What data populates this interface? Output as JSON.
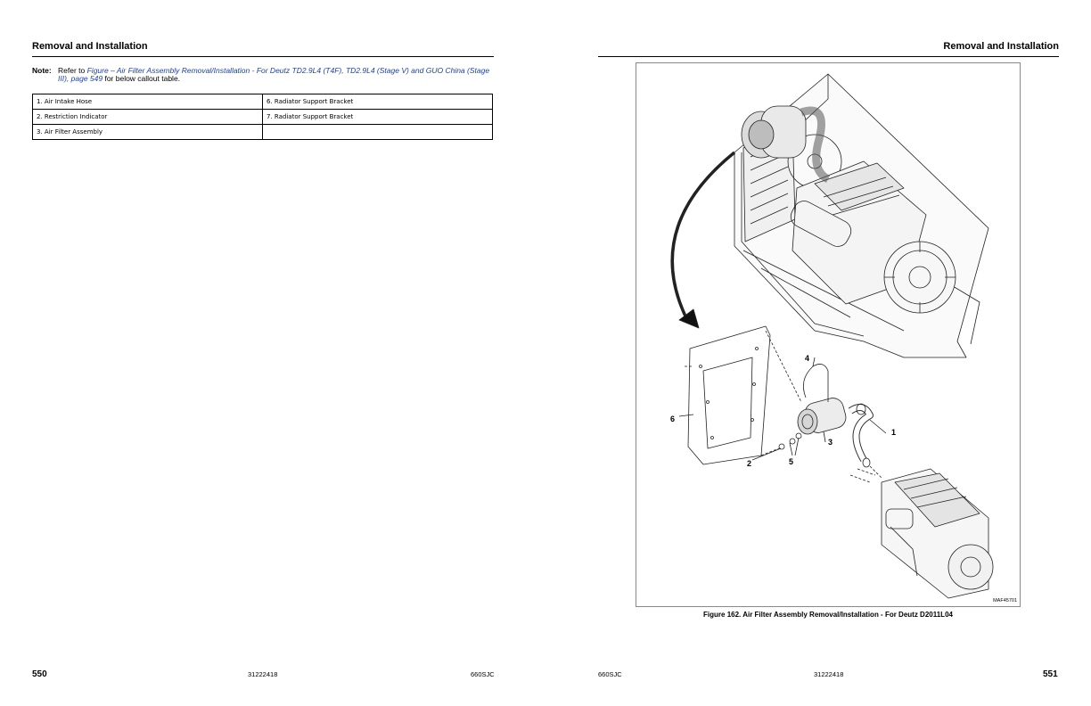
{
  "left_page": {
    "section_title": "Removal and Installation",
    "note": {
      "label": "Note:",
      "prefix": "Refer to ",
      "link": "Figure – Air Filter Assembly Removal/Installation - For Deutz TD2.9L4 (T4F), TD2.9L4 (Stage V) and GUO China (Stage III), page 549",
      "suffix": " for below callout table."
    },
    "callout_table": [
      [
        "1. Air Intake Hose",
        "6. Radiator Support Bracket"
      ],
      [
        "2. Restriction Indicator",
        "7. Radiator Support Bracket"
      ],
      [
        "3. Air Filter Assembly",
        ""
      ]
    ],
    "footer": {
      "page_number": "550",
      "doc_number": "31222418",
      "model": "660SJC"
    }
  },
  "right_page": {
    "section_title": "Removal and Installation",
    "figure": {
      "code": "MAF45701",
      "caption": "Figure 162. Air Filter Assembly Removal/Installation - For Deutz D2011L04",
      "callouts": [
        "1",
        "2",
        "3",
        "4",
        "5",
        "6"
      ]
    },
    "footer": {
      "model": "660SJC",
      "doc_number": "31222418",
      "page_number": "551"
    }
  }
}
